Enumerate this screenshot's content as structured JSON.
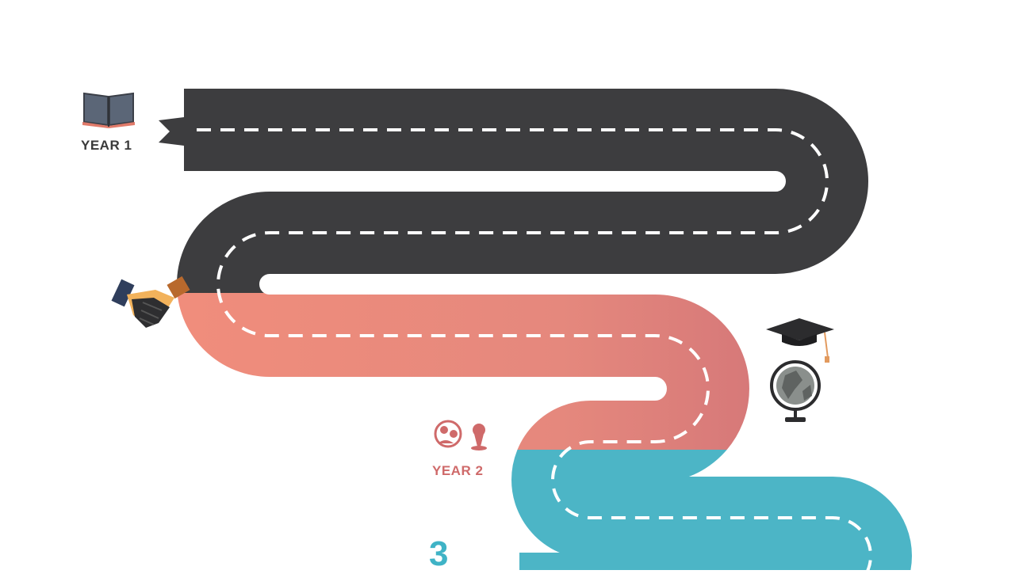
{
  "milestones": [
    {
      "label": "YEAR 1",
      "icon": "open-book-icon"
    },
    {
      "label": "YEAR 2",
      "icon": "people-and-pushpin-icon"
    },
    {
      "label": "3"
    }
  ],
  "icons": [
    "open-book-icon",
    "handshake-icon",
    "graduation-cap-icon",
    "globe-icon",
    "people-and-pushpin-icon"
  ],
  "colors": {
    "road_dark": "#3d3d3f",
    "road_coral": "#ea8a7c",
    "road_coral_dark": "#d27378",
    "road_teal": "#4cb5c6",
    "lane_marking": "#ffffff",
    "year1_text": "#3a3a3a",
    "year2_text": "#cf6a6a",
    "step3_text": "#3fb3c6"
  }
}
